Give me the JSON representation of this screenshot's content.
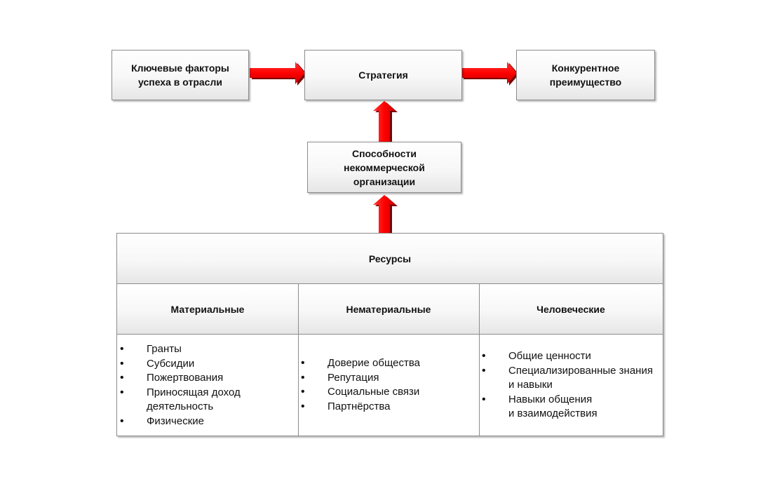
{
  "top_row": {
    "key_factors": [
      "Ключевые факторы",
      "успеха в отрасли"
    ],
    "strategy": [
      "Стратегия"
    ],
    "advantage": [
      "Конкурентное",
      "преимущество"
    ]
  },
  "capabilities": [
    "Способности",
    "некоммерческой",
    "организации"
  ],
  "resources": {
    "title": "Ресурсы",
    "columns": [
      {
        "header": "Материальные",
        "items": [
          "Гранты",
          "Субсидии",
          "Пожертвования",
          "Приносящая доход деятельность",
          "Физические"
        ]
      },
      {
        "header": "Нематериальные",
        "items": [
          "Доверие общества",
          "Репутация",
          "Социальные связи",
          "Партнёрства"
        ]
      },
      {
        "header": "Человеческие",
        "items": [
          "Общие ценности",
          "Специализированные знания и навыки",
          "Навыки общения и взаимодействия"
        ]
      }
    ]
  },
  "colors": {
    "arrow_fill": "#ff0000",
    "arrow_shadow": "#7a0000",
    "border": "#8c8c8c"
  }
}
